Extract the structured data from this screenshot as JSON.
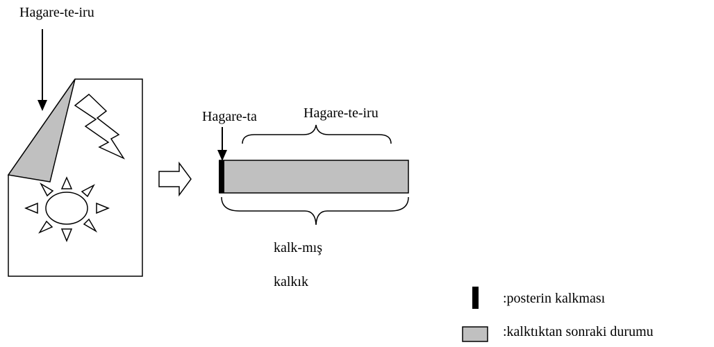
{
  "labels": {
    "poster_top": "Hagare-te-iru",
    "peel_point": "Hagare-ta",
    "peeled_span": "Hagare-te-iru",
    "whole_span_1": "kalk-mış",
    "whole_span_2": "kalkık"
  },
  "legend": {
    "black_bar": ":posterin kalkması",
    "gray_box": ":kalktıktan sonraki durumu"
  },
  "colors": {
    "ink": "#000000",
    "gray_fill": "#c0c0c0",
    "paper": "#ffffff"
  },
  "icons": [
    "down-arrow-icon",
    "lightning-icon",
    "sun-icon",
    "right-arrow-icon"
  ]
}
